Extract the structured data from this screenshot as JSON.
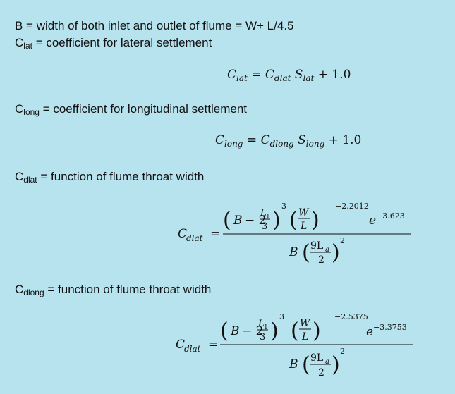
{
  "lines": {
    "b_def": "B = width of both inlet and outlet of flume = W+ L/4.5",
    "clat_sym": "C",
    "clat_sub": "lat",
    "clat_text": " = coefficient for lateral settlement",
    "clong_sym": "C",
    "clong_sub": "long",
    "clong_text": " = coefficient for longitudinal settlement",
    "cdlat_sym": "C",
    "cdlat_sub": "dlat",
    "cdlat_text": " = function of flume throat width",
    "cdlong_sym": "C",
    "cdlong_sub": "dlong",
    "cdlong_text": " = function of flume throat width"
  },
  "eq1": {
    "lhs": "C",
    "lhs_sub": "lat",
    "eq": " = ",
    "t1": "C",
    "t1_sub": "dlat",
    "t2": " S",
    "t2_sub": "lat",
    "rest": " + 1.0"
  },
  "eq2": {
    "lhs": "C",
    "lhs_sub": "long",
    "eq": " = ",
    "t1": "C",
    "t1_sub": "dlong",
    "t2": " S",
    "t2_sub": "long",
    "rest": " + 1.0"
  },
  "eq3": {
    "lhs": "C",
    "lhs_sub": "dlat",
    "eq": "=",
    "B": "B",
    "minus": "− 2",
    "L1": "L",
    "L1_sub": "1",
    "three": "3",
    "cube": "3",
    "W": "W",
    "L": "L",
    "exp1": "−2.2012",
    "e": "e",
    "exp2": "−3.623",
    "denB": "B",
    "nine": "9L",
    "nine_sub": "a",
    "two": "2",
    "sq": "2"
  },
  "eq4": {
    "lhs": "C",
    "lhs_sub": "dlat",
    "eq": "=",
    "B": "B",
    "minus": "− 2",
    "L1": "L",
    "L1_sub": "1",
    "three": "3",
    "cube": "3",
    "W": "W",
    "L": "L",
    "exp1": "−2.5375",
    "e": "e",
    "exp2": "−3.3753",
    "denB": "B",
    "nine": "9L",
    "nine_sub": "a",
    "two": "2",
    "sq": "2"
  }
}
